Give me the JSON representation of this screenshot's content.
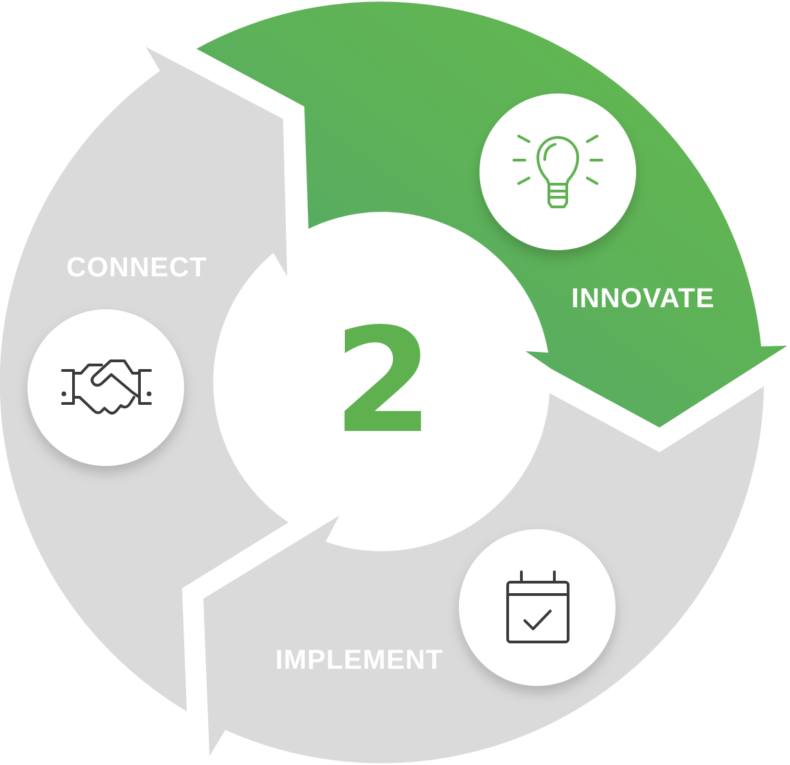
{
  "center": {
    "number": "2"
  },
  "stages": [
    {
      "id": "innovate",
      "label": "INNOVATE",
      "icon": "lightbulb-icon",
      "active": true
    },
    {
      "id": "implement",
      "label": "IMPLEMENT",
      "icon": "calendar-check-icon",
      "active": false
    },
    {
      "id": "connect",
      "label": "CONNECT",
      "icon": "handshake-icon",
      "active": false
    }
  ],
  "colors": {
    "active_start": "#4fa36f",
    "active_end": "#64b94e",
    "inactive": "#dadada",
    "label": "#ffffff",
    "number": "#5fb150",
    "active_icon": "#5fb150",
    "inactive_icon": "#3a3a3a",
    "background": "#ffffff"
  }
}
